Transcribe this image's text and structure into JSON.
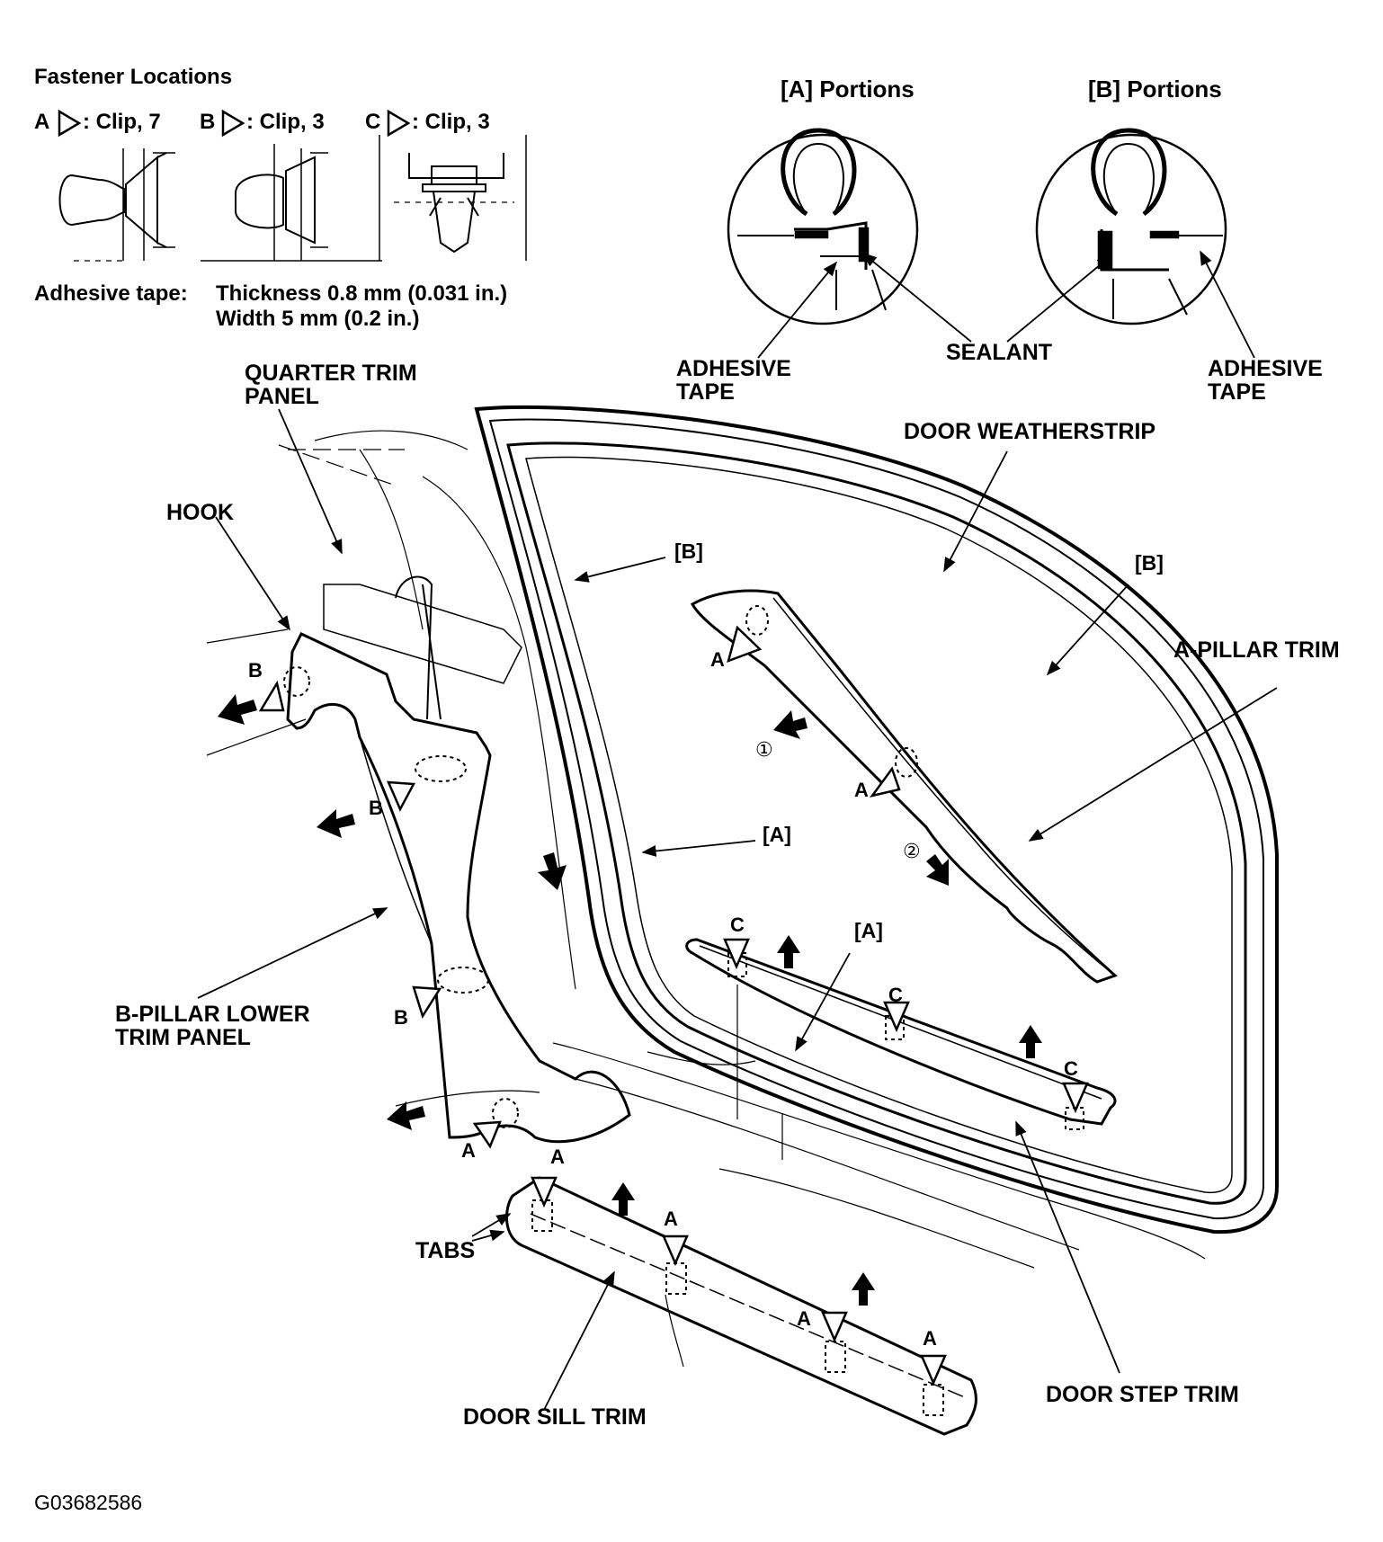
{
  "fastener_info": {
    "heading": "Fastener Locations",
    "clips": [
      {
        "letter": "A",
        "text": ": Clip, 7"
      },
      {
        "letter": "B",
        "text": ": Clip, 3"
      },
      {
        "letter": "C",
        "text": ": Clip, 3"
      }
    ],
    "adhesive_label": "Adhesive tape:",
    "adhesive_thickness": "Thickness 0.8 mm (0.031 in.)",
    "adhesive_width": "Width 5 mm (0.2 in.)"
  },
  "portions": {
    "a_title": "[A]  Portions",
    "b_title": "[B]  Portions",
    "adhesive_tape_left_1": "ADHESIVE",
    "adhesive_tape_left_2": "TAPE",
    "sealant": "SEALANT",
    "adhesive_tape_right_1": "ADHESIVE",
    "adhesive_tape_right_2": "TAPE"
  },
  "labels": {
    "quarter_trim_1": "QUARTER TRIM",
    "quarter_trim_2": "PANEL",
    "hook": "HOOK",
    "door_weatherstrip": "DOOR WEATHERSTRIP",
    "a_pillar_trim": "A-PILLAR TRIM",
    "b_pillar_1": "B-PILLAR LOWER",
    "b_pillar_2": "TRIM PANEL",
    "tabs": "TABS",
    "door_sill_trim": "DOOR SILL TRIM",
    "door_step_trim": "DOOR STEP TRIM",
    "bracket_b": "[B]",
    "bracket_a": "[A]",
    "letter_a": "A",
    "letter_b": "B",
    "letter_c": "C",
    "step_1": "①",
    "step_2": "②"
  },
  "figure_id": "G03682586"
}
